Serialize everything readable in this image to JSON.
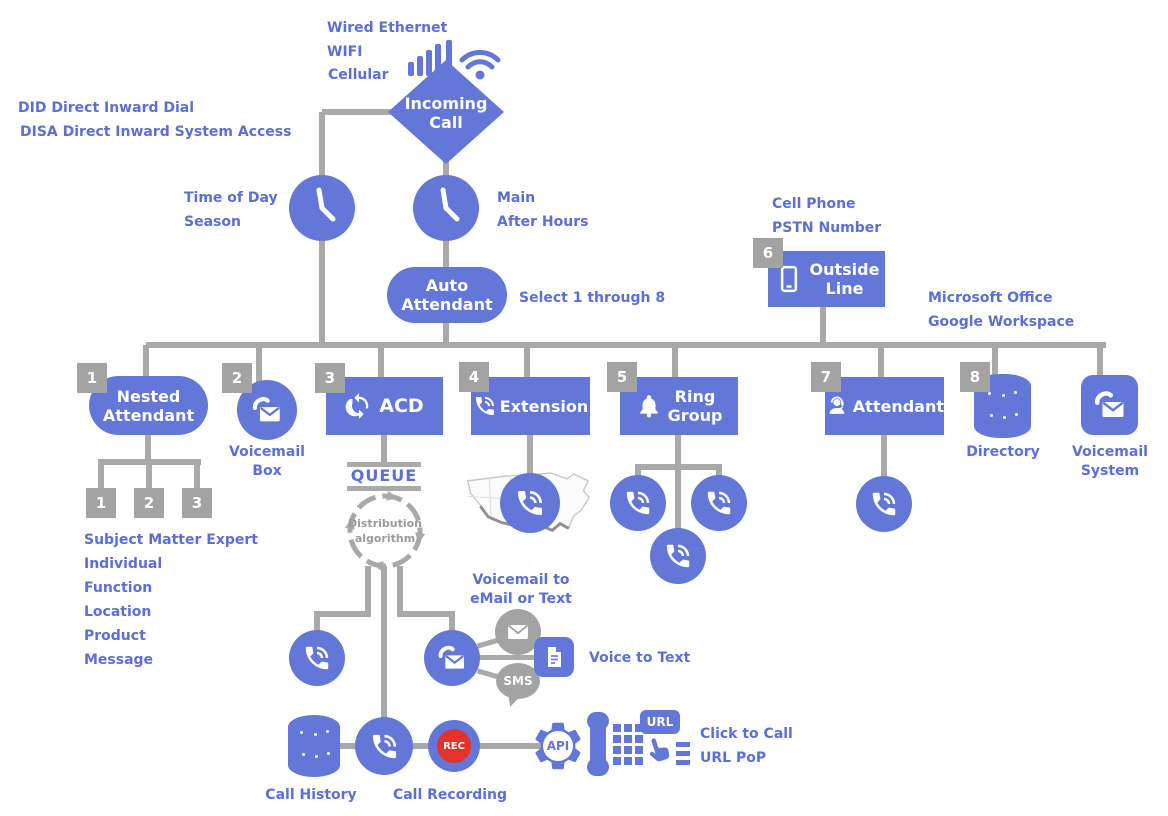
{
  "colors": {
    "blue": "#6277d8",
    "text_blue": "#5b6fd6",
    "line_gray": "#a9a9a9",
    "badge_gray": "#a3a3a3",
    "rec_red": "#e2322a"
  },
  "network": {
    "lines": [
      "Wired Ethernet",
      "WIFI",
      "Cellular"
    ]
  },
  "incoming_call": [
    "Incoming",
    "Call"
  ],
  "glossary": {
    "did": "DID  Direct Inward Dial",
    "disa": "DISA  Direct Inward System Access"
  },
  "schedules": {
    "left": [
      "Time of Day",
      "Season"
    ],
    "right": [
      "Main",
      "After Hours"
    ]
  },
  "auto_attendant": {
    "label": [
      "Auto",
      "Attendant"
    ],
    "hint": "Select 1 through 8"
  },
  "outside_line": {
    "badge": "6",
    "label": [
      "Outside",
      "Line"
    ],
    "sources": [
      "Cell Phone",
      "PSTN Number"
    ]
  },
  "integrations": [
    "Microsoft Office",
    "Google Workspace"
  ],
  "options": {
    "nested_attendant": {
      "badge": "1",
      "label": [
        "Nested",
        "Attendant"
      ],
      "children": [
        "1",
        "2",
        "3"
      ],
      "purposes": [
        "Subject Matter Expert",
        "Individual",
        "Function",
        "Location",
        "Product",
        "Message"
      ]
    },
    "voicemail_box": {
      "badge": "2",
      "label": [
        "Voicemail",
        "Box"
      ]
    },
    "acd": {
      "badge": "3",
      "label": "ACD",
      "queue": "QUEUE",
      "distribution": [
        "Distribution",
        "algorithm"
      ]
    },
    "extension": {
      "badge": "4",
      "label": "Extension"
    },
    "ring_group": {
      "badge": "5",
      "label": [
        "Ring",
        "Group"
      ]
    },
    "attendant": {
      "badge": "7",
      "label": "Attendant"
    },
    "directory": {
      "badge": "8",
      "label": "Directory"
    },
    "voicemail_system": {
      "label": [
        "Voicemail",
        "System"
      ]
    }
  },
  "voicemail_routing": {
    "title": [
      "Voicemail to",
      "eMail or Text"
    ],
    "sms": "SMS",
    "voice_to_text": "Voice to Text"
  },
  "footer": {
    "call_history": "Call History",
    "call_recording": "Call Recording",
    "rec": "REC",
    "api": "API",
    "url": "URL",
    "click_to_call": "Click to Call",
    "url_pop": "URL PoP"
  }
}
